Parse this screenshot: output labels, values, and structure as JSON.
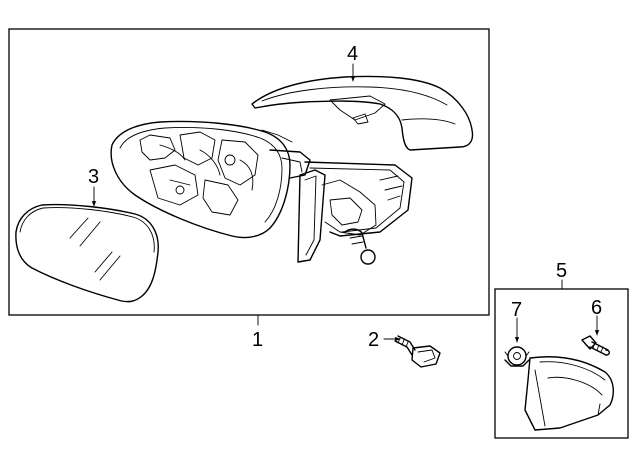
{
  "callouts": {
    "c1": "1",
    "c2": "2",
    "c3": "3",
    "c4": "4",
    "c5": "5",
    "c6": "6",
    "c7": "7"
  },
  "parts": [
    {
      "callout": "1",
      "icon": "mirror-assembly-icon"
    },
    {
      "callout": "2",
      "icon": "bolt-icon"
    },
    {
      "callout": "3",
      "icon": "mirror-glass-icon"
    },
    {
      "callout": "4",
      "icon": "mirror-cover-icon"
    },
    {
      "callout": "5",
      "icon": "trim-kit-icon"
    },
    {
      "callout": "6",
      "icon": "screw-icon"
    },
    {
      "callout": "7",
      "icon": "clip-icon"
    }
  ]
}
